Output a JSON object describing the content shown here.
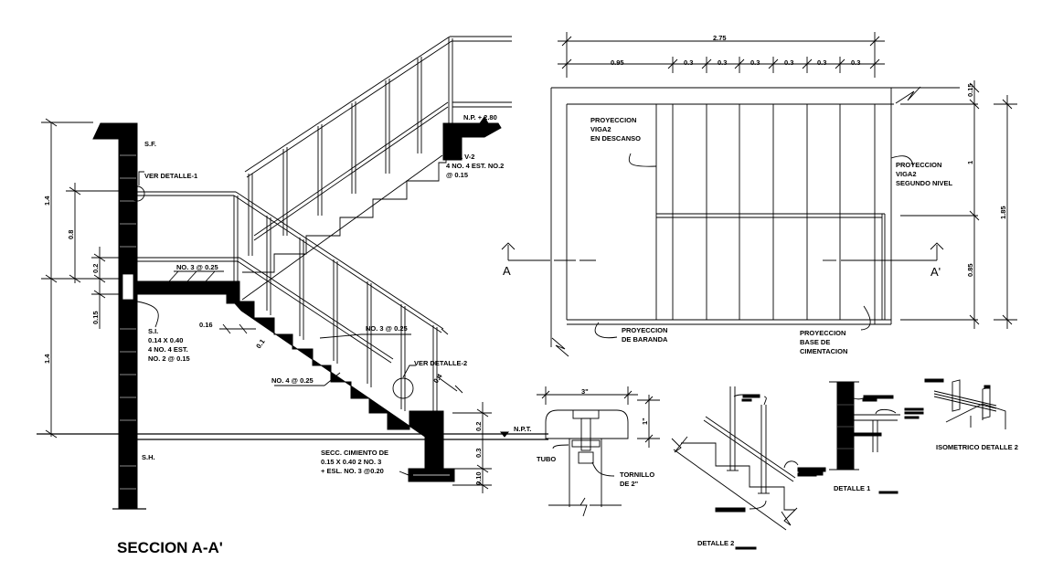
{
  "section": {
    "title": "SECCION A-A'",
    "labels": {
      "sf": "S.F.",
      "sh": "S.H.",
      "ver_detalle_1": "VER DETALLE-1",
      "ver_detalle_2": "VER DETALLE-2",
      "np_top": "N.P. + 2.80",
      "npt": "N.P.T.",
      "viga_v2": [
        "VIGA V-2",
        "4 NO. 4 EST. NO.2",
        "@ 0.15"
      ],
      "si": [
        "S.I.",
        "0.14 X 0.40",
        "4 NO. 4 EST.",
        "NO. 2 @ 0.15"
      ],
      "rebar_landing": "NO. 3 @ 0.25",
      "rebar_upper": "NO. 3 @ 0.25",
      "rebar_lower": "NO. 4 @ 0.25",
      "cimiento": [
        "SECC. CIMIENTO DE",
        "0.15 X 0.40 2 NO. 3",
        "+ ESL. NO. 3 @0.20"
      ]
    },
    "dimensions": {
      "left_upper": "1.4",
      "left_lower": "1.4",
      "rail_height": "0.8",
      "slab_top": "0.2",
      "slab_bottom": "0.15",
      "tread": "0.16",
      "waist": "0.1",
      "rail_offset": "0.4",
      "footing_top": "0.2",
      "footing_mid": "0.3",
      "footing_base": "0.10"
    }
  },
  "plan": {
    "overall_width": "2.75",
    "segments": [
      "0.95",
      "0.3",
      "0.3",
      "0.3",
      "0.3",
      "0.3",
      "0.3"
    ],
    "right_dims": [
      "0.15",
      "1",
      "0.85"
    ],
    "overall_height": "1.85",
    "section_marks": [
      "A",
      "A'"
    ],
    "notes": {
      "proy_viga_descanso": [
        "PROYECCION",
        "VIGA2",
        "EN DESCANSO"
      ],
      "proy_viga_nivel": [
        "PROYECCION",
        "VIGA2",
        "SEGUNDO NIVEL"
      ],
      "proy_baranda": [
        "PROYECCION",
        "DE BARANDA"
      ],
      "proy_base": [
        "PROYECCION",
        "BASE DE",
        "CIMENTACION"
      ]
    }
  },
  "details": {
    "post": {
      "width": "3\"",
      "height": "1\"",
      "tubo": "TUBO",
      "tornillo": [
        "TORNILLO",
        "DE 2\""
      ]
    },
    "detalle1": "DETALLE 1",
    "detalle2": "DETALLE 2",
    "isometrico": "ISOMETRICO DETALLE 2"
  }
}
